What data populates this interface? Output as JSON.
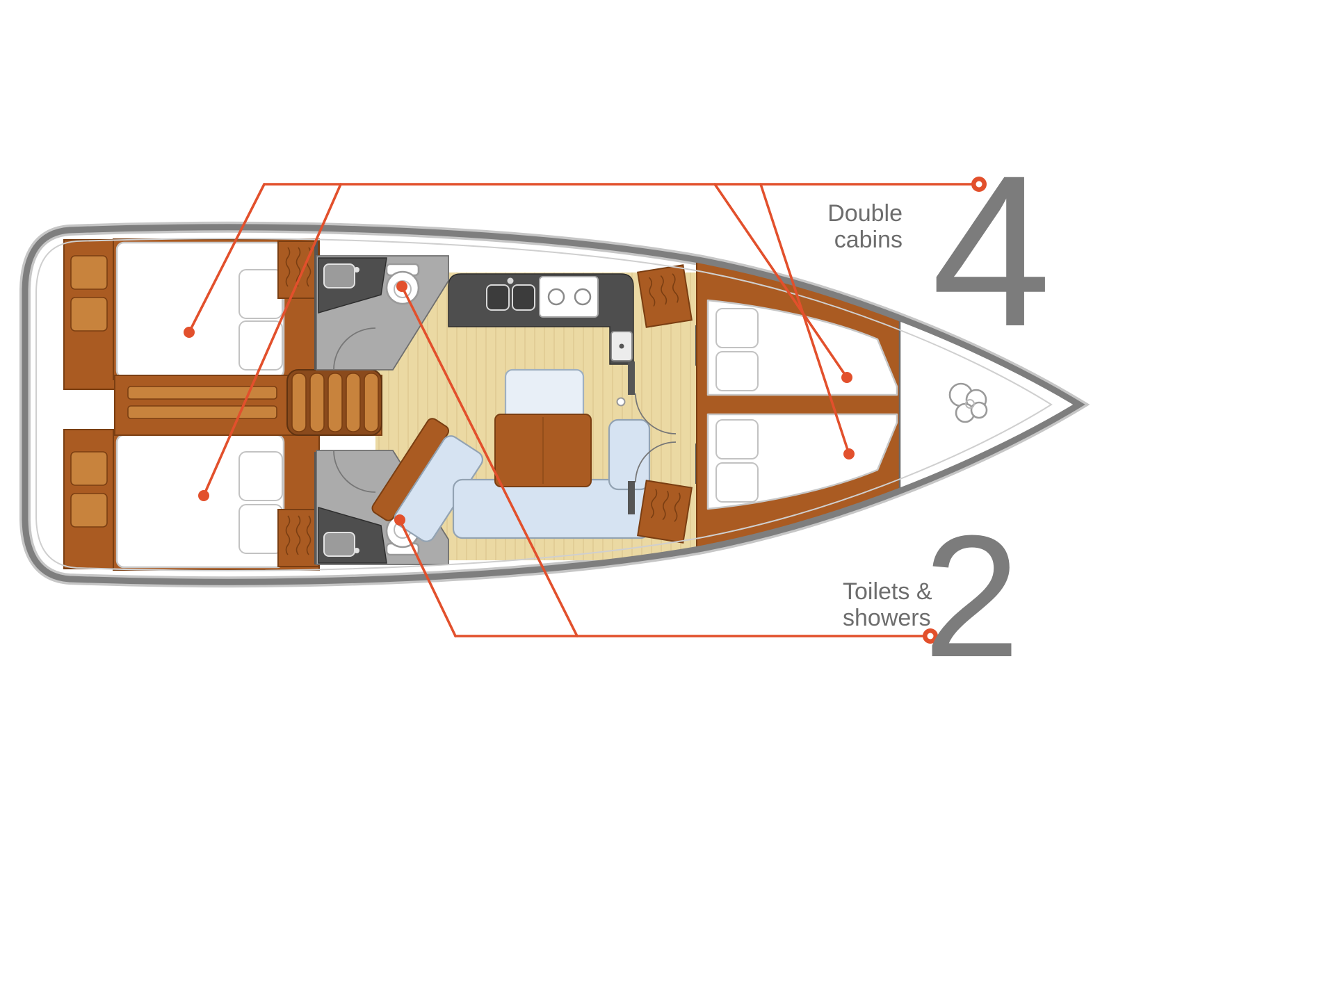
{
  "callouts": [
    {
      "id": "double-cabins",
      "label_lines": [
        "Double",
        "cabins"
      ],
      "count": "4"
    },
    {
      "id": "toilets-showers",
      "label_lines": [
        "Toilets &",
        "showers"
      ],
      "count": "2"
    }
  ],
  "colors": {
    "accent": "#E2502C",
    "number_gray": "#7C7C7C",
    "label_gray": "#6D6D6D",
    "hull_gray": "#7E7E7E",
    "wood": "#AA5B22",
    "wood_dark": "#7A3E12",
    "wood_light": "#C8833D",
    "floor": "#EBD9A3",
    "floor_line": "#D9C189",
    "counter_dark": "#4E4E4E",
    "bath_gray": "#ABABAB",
    "sofa_blue": "#D6E3F2"
  }
}
